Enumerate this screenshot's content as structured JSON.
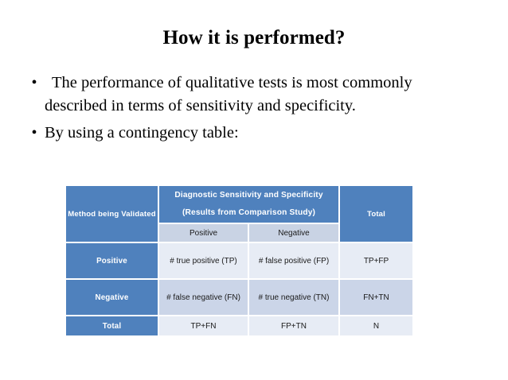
{
  "slide": {
    "title": "How it is performed?",
    "bullets": [
      {
        "marker": "•",
        "text": "The performance of qualitative tests is most commonly described in terms of sensitivity and specificity."
      },
      {
        "marker": "•",
        "text": "By using a contingency table:"
      }
    ]
  },
  "table": {
    "row_header_label": "Method being Validated",
    "group_header_line1": "Diagnostic Sensitivity and Specificity",
    "group_header_line2": "(Results from Comparison Study)",
    "total_header": "Total",
    "sub_headers": [
      "Positive",
      "Negative"
    ],
    "rows": [
      {
        "label": "Positive",
        "cells": [
          "# true positive (TP)",
          "# false positive (FP)",
          "TP+FP"
        ]
      },
      {
        "label": "Negative",
        "cells": [
          "# false negative (FN)",
          "# true negative (TN)",
          "FN+TN"
        ]
      },
      {
        "label": "Total",
        "cells": [
          "TP+FN",
          "FP+TN",
          "N"
        ]
      }
    ],
    "colors": {
      "header_blue": "#4F81BD",
      "sub_header": "#C9D3E4",
      "row_light": "#E7ECF5",
      "row_dark": "#CBD5E8",
      "background": "#FFFFFF"
    }
  }
}
